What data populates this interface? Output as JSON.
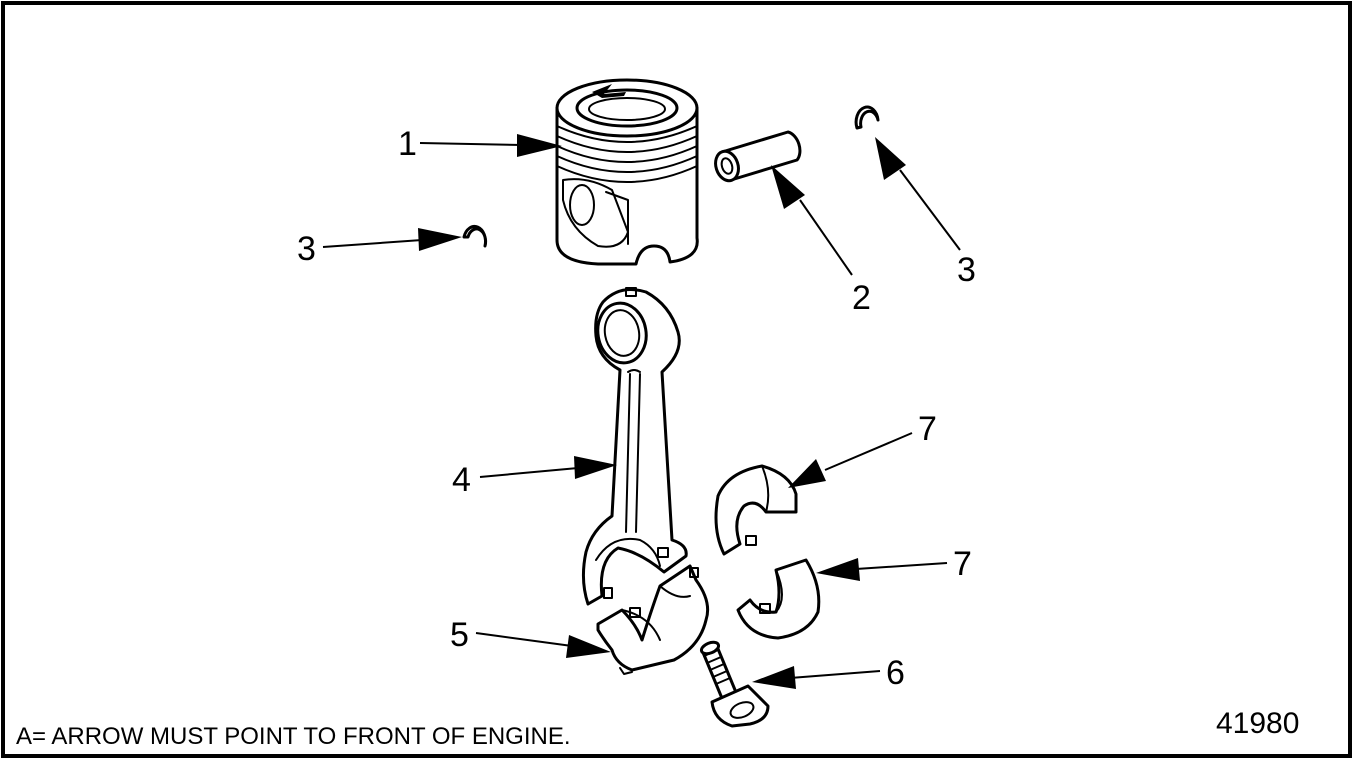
{
  "callouts": {
    "piston": "1",
    "piston_pin": "2",
    "retainer_left": "3",
    "retainer_right": "3",
    "connecting_rod": "4",
    "rod_cap": "5",
    "cap_bolt": "6",
    "bearing_upper": "7",
    "bearing_lower": "7"
  },
  "note": "A= ARROW MUST POINT TO FRONT OF ENGINE.",
  "figure_number": "41980",
  "colors": {
    "line": "#000000",
    "background": "#ffffff"
  }
}
